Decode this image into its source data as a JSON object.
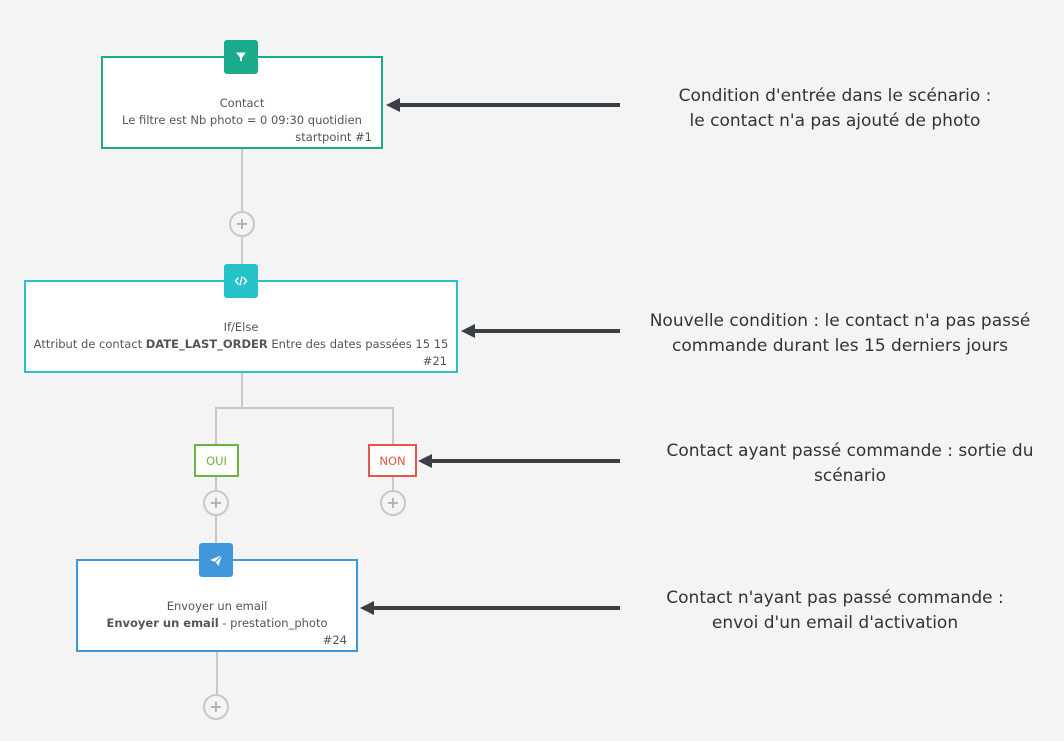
{
  "nodes": {
    "contact": {
      "title": "Contact",
      "detail": "Le filtre est Nb photo = 0 09:30 quotidien",
      "footer": "startpoint #1",
      "color": "#1aaa8c",
      "icon": "filter-icon"
    },
    "ifelse": {
      "title": "If/Else",
      "detail_prefix": "Attribut de contact ",
      "detail_bold": "DATE_LAST_ORDER",
      "detail_suffix": " Entre des dates passées 15 15",
      "footer": "#21",
      "color": "#26c2c9",
      "icon": "code-icon"
    },
    "email": {
      "title": "Envoyer un email",
      "detail_bold": "Envoyer un email",
      "detail_suffix": " - prestation_photo",
      "footer": "#24",
      "color": "#3e97d8",
      "icon": "paper-plane-icon"
    }
  },
  "branches": {
    "yes": {
      "label": "OUI",
      "color": "#6db33f"
    },
    "no": {
      "label": "NON",
      "color": "#e2574c"
    }
  },
  "plus_symbol": "+",
  "annotations": {
    "a1": {
      "line1": "Condition d'entrée dans le scénario :",
      "line2": "le contact n'a pas ajouté de photo"
    },
    "a2": {
      "line1": "Nouvelle condition : le contact n'a pas passé",
      "line2": "commande durant les 15 derniers jours"
    },
    "a3": {
      "line1": "Contact ayant passé commande : sortie du",
      "line2": "scénario"
    },
    "a4": {
      "line1": "Contact n'ayant pas passé commande :",
      "line2": "envoi d'un email d'activation"
    }
  },
  "colors": {
    "arrow": "#3a3f45",
    "connector": "#c8c8c8",
    "background": "#f4f4f4"
  }
}
